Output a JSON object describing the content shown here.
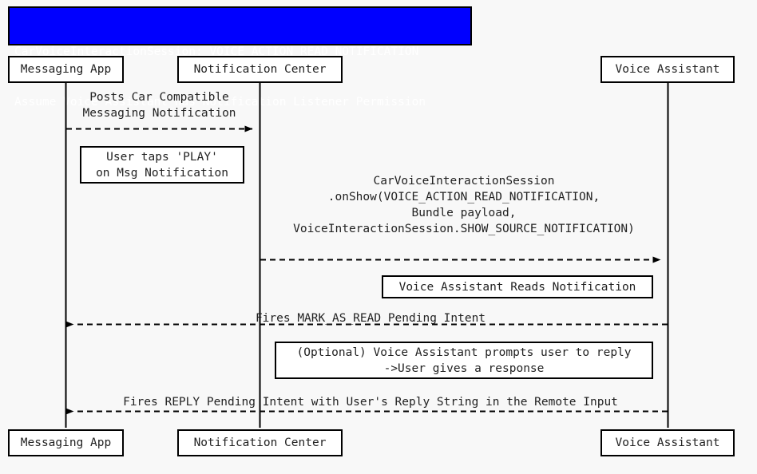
{
  "diagram": {
    "type": "sequence-diagram",
    "background_color": "#f8f8f8",
    "title_banner": {
      "background_color": "#0000ff",
      "text_color": "#ffffff",
      "line1": "CarVoiceInteractionSession: VOICE_ACTION_READ_NOTIFICATION",
      "line2": "Assume Voice Assistant has Notification Listener Permission"
    },
    "participants": [
      {
        "id": "messaging-app",
        "label": "Messaging App"
      },
      {
        "id": "notification-center",
        "label": "Notification Center"
      },
      {
        "id": "voice-assistant",
        "label": "Voice Assistant"
      }
    ],
    "messages": [
      {
        "id": "msg-post-notification",
        "label": "Posts Car Compatible\nMessaging Notification",
        "from": "Messaging App",
        "to": "Notification Center",
        "style": "dashed",
        "direction": "right"
      },
      {
        "id": "msg-onshow",
        "label": "CarVoiceInteractionSession\n.onShow(VOICE_ACTION_READ_NOTIFICATION,\nBundle payload,\nVoiceInteractionSession.SHOW_SOURCE_NOTIFICATION)",
        "from": "Notification Center",
        "to": "Voice Assistant",
        "style": "dashed",
        "direction": "right"
      },
      {
        "id": "msg-mark-as-read",
        "label": "Fires MARK_AS_READ Pending Intent",
        "from": "Voice Assistant",
        "to": "Messaging App",
        "style": "dashed",
        "direction": "left"
      },
      {
        "id": "msg-reply-intent",
        "label": "Fires REPLY Pending Intent with User's Reply String in the Remote Input",
        "from": "Voice Assistant",
        "to": "Messaging App",
        "style": "dashed",
        "direction": "left"
      }
    ],
    "notes": [
      {
        "id": "note-user-taps-play",
        "line1": "User taps 'PLAY'",
        "line2": "on Msg Notification"
      },
      {
        "id": "note-assistant-reads",
        "line1": "Voice Assistant Reads Notification"
      },
      {
        "id": "note-optional-reply",
        "line1": "(Optional) Voice Assistant prompts user to reply",
        "line2": "->User gives a response"
      }
    ]
  }
}
